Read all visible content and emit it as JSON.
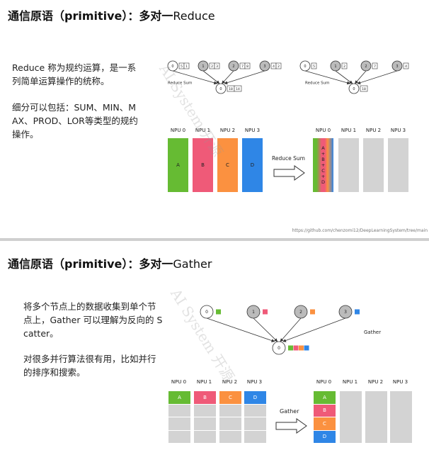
{
  "slide1": {
    "title_bold": "通信原语（primitive）：多对一",
    "title_light": "Reduce",
    "paragraph1_line1": "Reduce 称为规约运算，是一系",
    "paragraph1_line2": "列简单运算操作的统称。",
    "paragraph2_line1": "细分可以包括：SUM、MIN、M",
    "paragraph2_line2": "AX、PROD、LOR等类型的规约",
    "paragraph2_line3": "操作。",
    "diagram_left": {
      "caption": "Reduce Sum",
      "top_nodes": [
        {
          "id": "0",
          "boxes": [
            "5",
            "1"
          ]
        },
        {
          "id": "1",
          "boxes": [
            "2",
            "3"
          ]
        },
        {
          "id": "2",
          "boxes": [
            "7",
            "8"
          ]
        },
        {
          "id": "3",
          "boxes": [
            "4",
            "2"
          ]
        }
      ],
      "bottom_node": {
        "id": "0",
        "boxes": [
          "18",
          "14"
        ]
      }
    },
    "diagram_right": {
      "caption": "Reduce Sum",
      "top_nodes": [
        {
          "id": "0",
          "boxes": [
            "5"
          ]
        },
        {
          "id": "1",
          "boxes": [
            "2"
          ]
        },
        {
          "id": "2",
          "boxes": [
            "7"
          ]
        },
        {
          "id": "3",
          "boxes": [
            "4"
          ]
        }
      ],
      "bottom_node": {
        "id": "0",
        "boxes": [
          "18"
        ]
      }
    },
    "npu_labels": [
      "NPU 0",
      "NPU 1",
      "NPU 2",
      "NPU 3"
    ],
    "left_blocks": [
      "A",
      "B",
      "C",
      "D"
    ],
    "arrow_label": "Reduce Sum",
    "result_text": [
      "A",
      "+",
      "B",
      "+",
      "C",
      "+",
      "D"
    ],
    "url": "https://github.com/chenzomi12/DeepLearningSystem/tree/main"
  },
  "slide2": {
    "title_bold": "通信原语（primitive）：多对一",
    "title_light": "Gather",
    "paragraph1_line1": "将多个节点上的数据收集到单个节",
    "paragraph1_line2": "点上，Gather 可以理解为反向的 S",
    "paragraph1_line3": "catter。",
    "paragraph2_line1": "对很多并行算法很有用，比如并行",
    "paragraph2_line2": "的排序和搜索。",
    "diagram": {
      "caption": "Gather",
      "top_nodes": [
        "0",
        "1",
        "2",
        "3"
      ],
      "bottom_node": "0"
    },
    "npu_labels": [
      "NPU 0",
      "NPU 1",
      "NPU 2",
      "NPU 3"
    ],
    "left_blocks": [
      "A",
      "B",
      "C",
      "D"
    ],
    "arrow_label": "Gather",
    "result_blocks": [
      "A",
      "B",
      "C",
      "D"
    ]
  },
  "watermark": "AI System 开源",
  "colors": {
    "green": "#66bb33",
    "red": "#ef5a78",
    "orange": "#fb9140",
    "blue": "#2f86e6",
    "gray_block": "#d3d3d3",
    "node_gray": "#bbbbbb"
  }
}
